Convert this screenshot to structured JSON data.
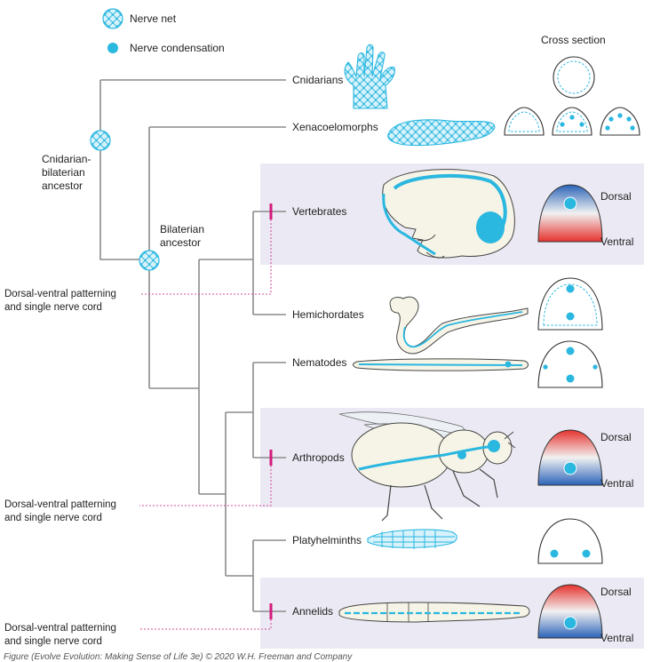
{
  "legend": {
    "nerve_net": "Nerve net",
    "nerve_condensation": "Nerve condensation"
  },
  "cross_section_title": "Cross section",
  "nodes": {
    "cnidarian_bilaterian": [
      "Cnidarian-",
      "bilaterian",
      "ancestor"
    ],
    "bilaterian": [
      "Bilaterian",
      "ancestor"
    ]
  },
  "taxa": [
    {
      "name": "Cnidarians"
    },
    {
      "name": "Xenacoelomorphs"
    },
    {
      "name": "Vertebrates"
    },
    {
      "name": "Hemichordates"
    },
    {
      "name": "Nematodes"
    },
    {
      "name": "Arthropods"
    },
    {
      "name": "Platyhelminths"
    },
    {
      "name": "Annelids"
    }
  ],
  "annotations": [
    [
      "Dorsal-ventral patterning",
      "and single nerve cord"
    ],
    [
      "Dorsal-ventral patterning",
      "and single nerve cord"
    ],
    [
      "Dorsal-ventral patterning",
      "and single nerve cord"
    ]
  ],
  "orientation": {
    "dorsal": "Dorsal",
    "ventral": "Ventral"
  },
  "colors": {
    "nerve": "#2ab7e0",
    "tree": "#8c8c8c",
    "marker": "#d4197a",
    "band": "#ebeaf4",
    "dorsal_red": "#e5322d",
    "ventral_blue": "#2b63b8"
  },
  "caption": "Figure (Evolve Evolution: Making Sense of Life 3e) © 2020 W.H. Freeman and Company"
}
